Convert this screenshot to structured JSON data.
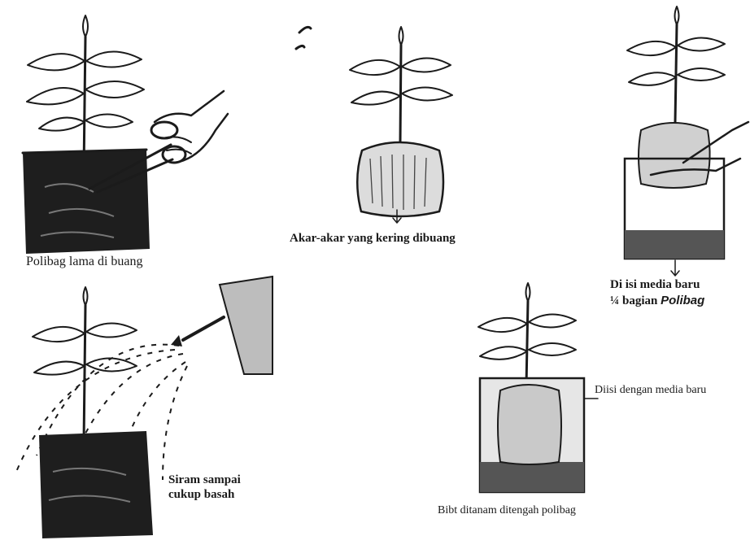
{
  "captions": {
    "step1": "Polibag lama di buang",
    "step2": "Akar-akar yang kering dibuang",
    "step3_line1": "Di isi media baru",
    "step3_line2_a": "¼ bagian",
    "step3_line2_b": "Polibag",
    "step4_side": "Diisi dengan media baru",
    "step4_bottom": "Bibt ditanam ditengah polibag",
    "step5_line1": "Siram sampai",
    "step5_line2": "cukup basah"
  },
  "colors": {
    "ink": "#1b1b1b",
    "bag_dark": "#1e1e1e",
    "background": "#ffffff"
  },
  "icons": [
    "plant-seedling",
    "scissors-icon",
    "hand-icon",
    "watering-can-icon",
    "polybag-icon"
  ]
}
